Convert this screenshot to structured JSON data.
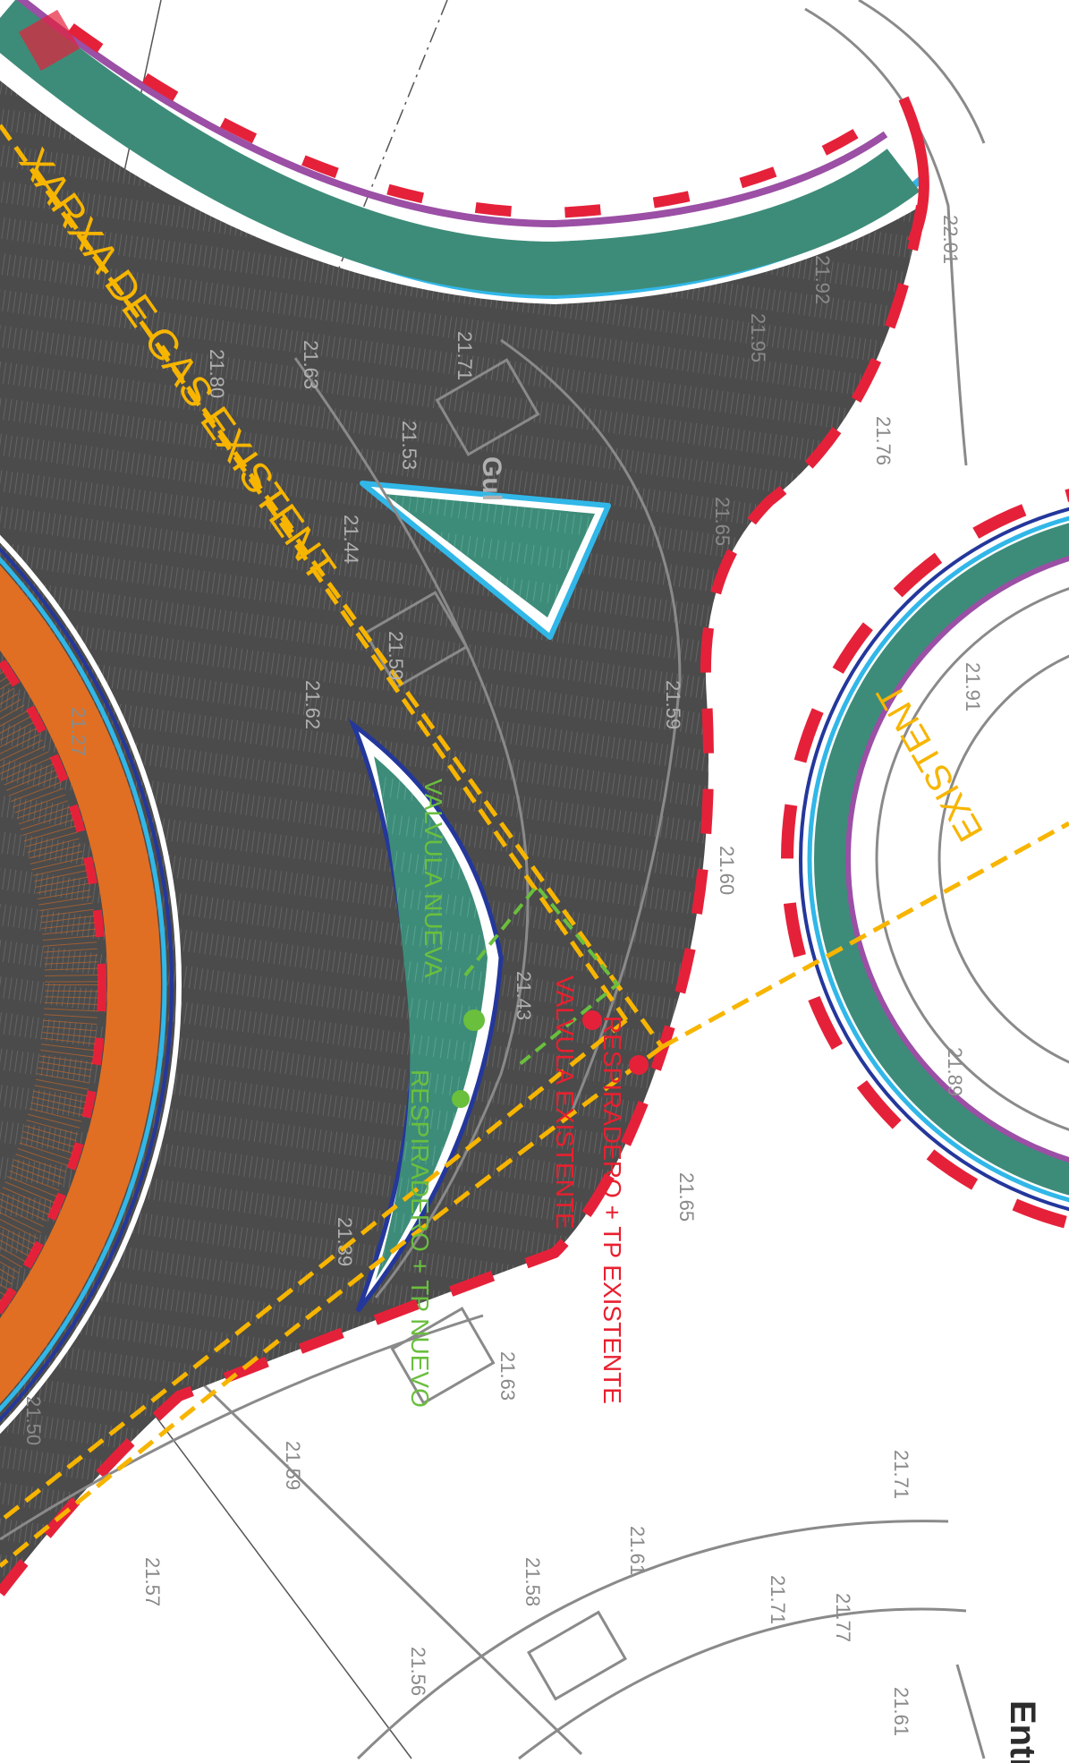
{
  "labels": {
    "gas_main": "XARXA DE GAS EXISTENT",
    "gas_right": "EXISTENT",
    "valve_new": "VALVULA NUEVA",
    "breather_new": "RESPIRADERO + TP NUEVO",
    "breather_existing": "RESPIRADERO + TP EXISTENTE",
    "valve_existing": "VALVULA EXISTENTE",
    "entrance_partial": "Entr",
    "gul": "Gul"
  },
  "elevations": {
    "e1": "22.01",
    "e2": "21.76",
    "e3": "21.95",
    "e4": "21.92",
    "e5": "21.65",
    "e6": "21.91",
    "e7": "21.60",
    "e8": "21.89",
    "e9": "21.65",
    "e10": "21.59",
    "e11": "21.71",
    "e12": "21.61",
    "e13": "21.58",
    "e14": "21.71",
    "e15": "21.77",
    "e16": "21.61",
    "e17": "21.56",
    "e18": "21.63",
    "e19": "21.59",
    "e20": "21.57",
    "e21": "21.50",
    "e22": "21.27",
    "e23": "21.80",
    "e24": "21.63",
    "e25": "21.53",
    "e26": "21.44",
    "e27": "21.62",
    "e28": "21.59",
    "e29": "21.43",
    "e30": "21.39",
    "e31": "21.71"
  },
  "colors": {
    "asphalt": "#4b4b4b",
    "island_green": "#3d8c79",
    "orange_ring": "#e06f23",
    "gas_line": "#f7b500",
    "kerb_light_blue": "#31b7e8",
    "kerb_dark_blue": "#24379b",
    "kerb_red": "#e5213a",
    "purple": "#9b4fa5",
    "new_line_green": "#6abf3d"
  }
}
